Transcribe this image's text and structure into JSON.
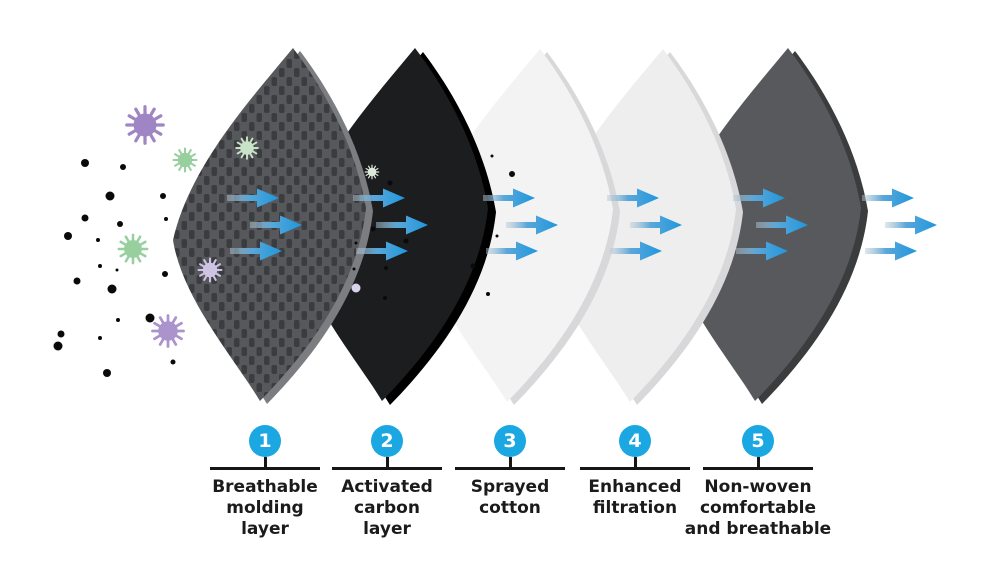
{
  "diagram": {
    "legend_items": [
      {
        "number": "1",
        "line1": "Breathable",
        "line2": "molding",
        "line3": "layer"
      },
      {
        "number": "2",
        "line1": "Activated",
        "line2": "carbon",
        "line3": "layer"
      },
      {
        "number": "3",
        "line1": "Sprayed",
        "line2": "cotton",
        "line3": ""
      },
      {
        "number": "4",
        "line1": "Enhanced",
        "line2": "filtration",
        "line3": ""
      },
      {
        "number": "5",
        "line1": "Non-woven",
        "line2": "comfortable",
        "line3": "and breathable"
      }
    ],
    "icons": {
      "virus": "virus-icon",
      "particle": "particle-dot-icon",
      "airflow": "airflow-arrow-icon"
    },
    "colors": {
      "badge_blue": "#1ba7e2",
      "arrow_blue": "#1f97dc",
      "layer1_weave_gray": "#57585b",
      "layer1_weave_dark": "#3b3c3f",
      "layer2_black": "#1c1d1f",
      "layer3_white": "#f3f3f4",
      "layer4_white": "#eeeeef",
      "layer5_gray": "#58595c",
      "virus_purple": "#a085c5",
      "virus_green": "#97cf9e",
      "virus_pale_purple": "#cfc3e3",
      "virus_pale_green": "#c9e3c8",
      "particle_black": "#0a0a0a",
      "line_black": "#161616"
    }
  }
}
